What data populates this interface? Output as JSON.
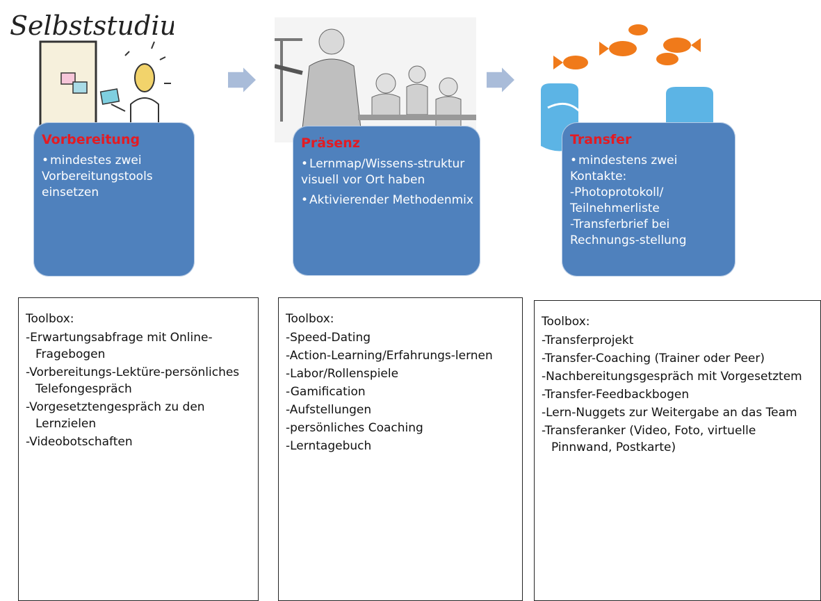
{
  "illustrations": {
    "selbststudium_caption": "Selbststudium"
  },
  "stages": [
    {
      "title": "Vorbereitung",
      "bullets": [
        "mindestes zwei Vorbereitungstools einsetzen"
      ]
    },
    {
      "title": "Präsenz",
      "bullets": [
        "Lernmap/Wissens-struktur visuell vor Ort haben",
        "Aktivierender Methodenmix"
      ]
    },
    {
      "title": "Transfer",
      "bullets": [
        "mindestens zwei Kontakte:\n-Photoprotokoll/ Teilnehmerliste\n-Transferbrief bei Rechnungs-stellung"
      ]
    }
  ],
  "toolboxes": [
    {
      "title": "Toolbox:",
      "items": [
        "-Erwartungsabfrage mit Online-Fragebogen",
        "-Vorbereitungs-Lektüre-persönliches Telefongespräch",
        "-Vorgesetztengespräch zu den Lernzielen",
        "-Videobotschaften"
      ]
    },
    {
      "title": "Toolbox:",
      "items": [
        "-Speed-Dating",
        "-Action-Learning/Erfahrungs-lernen",
        "-Labor/Rollenspiele",
        "-Gamification",
        "-Aufstellungen",
        "-persönliches Coaching",
        "-Lerntagebuch"
      ]
    },
    {
      "title": "Toolbox:",
      "items": [
        "-Transferprojekt",
        "-Transfer-Coaching (Trainer oder Peer)",
        "-Nachbereitungsgespräch mit Vorgesetztem",
        "-Transfer-Feedbackbogen",
        "-Lern-Nuggets zur Weitergabe an das Team",
        "-Transferanker (Video, Foto, virtuelle Pinnwand, Postkarte)"
      ]
    }
  ],
  "colors": {
    "stage_fill": "#4f81bd",
    "stage_title": "#e31b23",
    "arrow": "#a9bcd9",
    "water": "#3fa7e0",
    "fish": "#f07a1a"
  },
  "icons": [
    "sketch-selbststudium-icon",
    "presentation-photo-icon",
    "goldfish-jump-photo-icon",
    "right-arrow-icon"
  ]
}
